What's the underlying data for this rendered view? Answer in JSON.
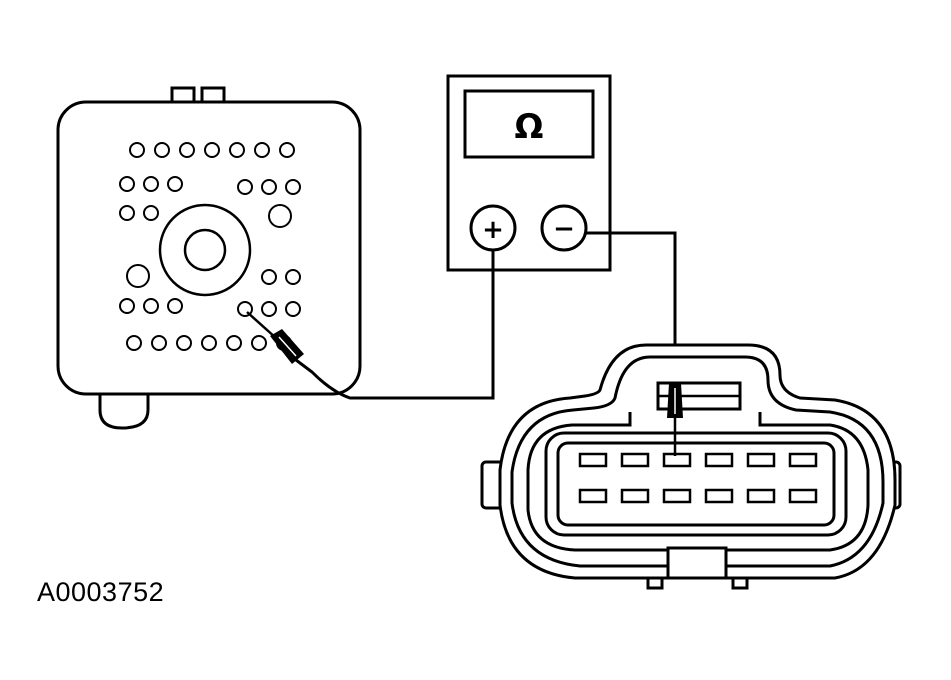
{
  "figure_id": "A0003752",
  "meter": {
    "display_symbol": "Ω",
    "positive_label": "+",
    "negative_label": "−"
  },
  "module": {
    "pin_rows": [
      {
        "count": 7
      },
      {
        "count": 3,
        "right_count": 3
      },
      {
        "count": 6
      }
    ]
  },
  "connector": {
    "cavity_rows": 2,
    "cavities_per_row": 6
  },
  "colors": {
    "line": "#000000",
    "background": "#ffffff"
  }
}
